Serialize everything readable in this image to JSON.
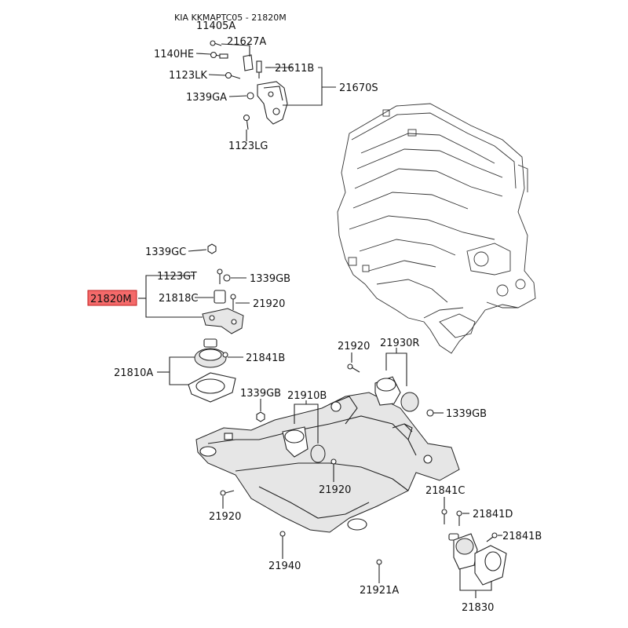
{
  "title": "KIA KKMAPTC05 - 21820M",
  "highlight": {
    "part": "21820M",
    "fill": "#f46a6a",
    "border": "#c21f1f"
  },
  "labels": {
    "p11405A": "11405A",
    "p1140HE": "1140HE",
    "p21627A": "21627A",
    "p21611B": "21611B",
    "p1123LK": "1123LK",
    "p21670S": "21670S",
    "p1339GA": "1339GA",
    "p1123LG": "1123LG",
    "p1339GC": "1339GC",
    "p1123GT": "1123GT",
    "p1339GB_top": "1339GB",
    "p21818C": "21818C",
    "p21920_top": "21920",
    "p21841B_top": "21841B",
    "p21810A": "21810A",
    "p21920_mid": "21920",
    "p21930R": "21930R",
    "p1339GB_right": "1339GB",
    "p1339GB_left": "1339GB",
    "p21910B": "21910B",
    "p21920_center": "21920",
    "p21920_left": "21920",
    "p21841C": "21841C",
    "p21841D": "21841D",
    "p21841B_bottom": "21841B",
    "p21940": "21940",
    "p21921A": "21921A",
    "p21830": "21830"
  }
}
